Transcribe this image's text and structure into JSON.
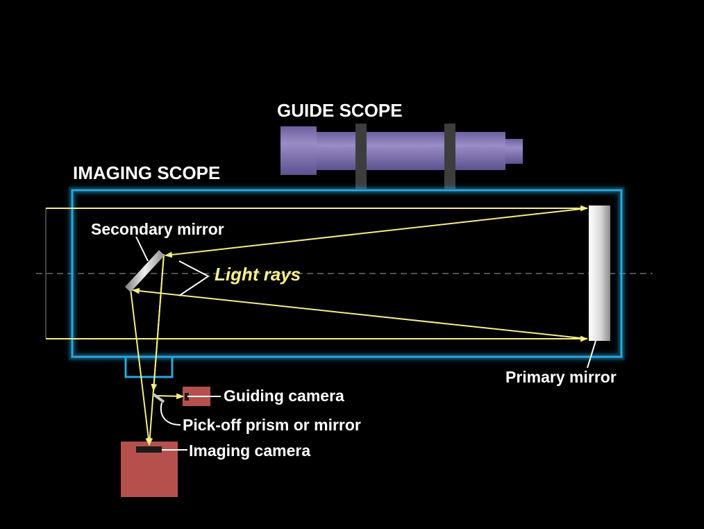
{
  "labels": {
    "guide_scope": "GUIDE SCOPE",
    "imaging_scope": "IMAGING SCOPE",
    "secondary_mirror": "Secondary mirror",
    "light_rays": "Light rays",
    "primary_mirror": "Primary mirror",
    "guiding_camera": "Guiding camera",
    "pick_off": "Pick-off prism or mirror",
    "imaging_camera": "Imaging camera"
  },
  "colors": {
    "background": "#000000",
    "tube_outline": "#29a8e0",
    "light_ray": "#f5ee84",
    "guide_scope": "#7d6fae",
    "guide_ring": "#3d3d3d",
    "camera": "#b5504d",
    "sensor": "#1a1a1a",
    "label": "#ffffff"
  }
}
